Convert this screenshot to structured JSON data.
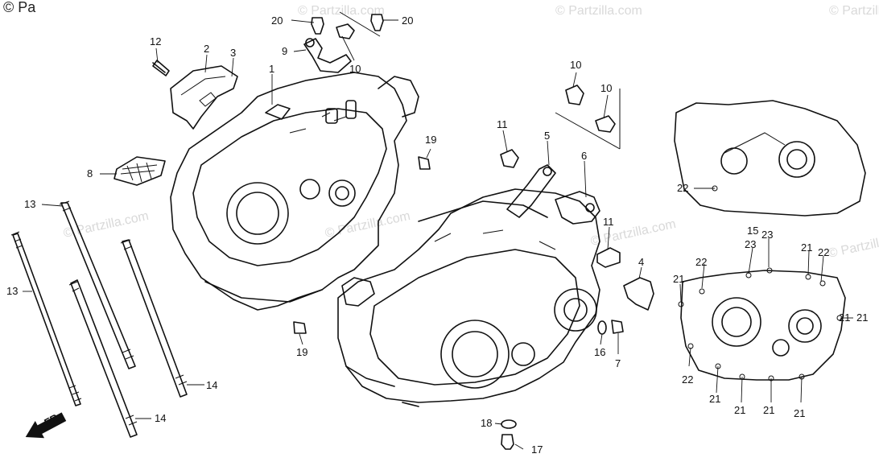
{
  "copyright": "© Pa",
  "watermarks": [
    "© Partzilla.com",
    "© Partzilla.com",
    "© Partzilla.com",
    "© Partzilla.com",
    "© Partzilla.com",
    "© Partzilla.com",
    "© Partzilla.com"
  ],
  "front_arrow_label": "FR.",
  "callouts": {
    "c1": "1",
    "c2": "2",
    "c3": "3",
    "c4": "4",
    "c5": "5",
    "c6": "6",
    "c7": "7",
    "c8": "8",
    "c9": "9",
    "c10a": "10",
    "c10b": "10",
    "c10c": "10",
    "c11a": "11",
    "c11b": "11",
    "c12": "12",
    "c13a": "13",
    "c13b": "13",
    "c14a": "14",
    "c14b": "14",
    "c15": "15",
    "c16": "16",
    "c17": "17",
    "c18": "18",
    "c19a": "19",
    "c19b": "19",
    "c20a": "20",
    "c20b": "20",
    "c21a": "21",
    "c21b": "21",
    "c21c": "21",
    "c21d": "21",
    "c21e": "21",
    "c21f": "21",
    "c21g": "21",
    "c21h": "21",
    "c22a": "22",
    "c22b": "22",
    "c22c": "22",
    "c22d": "22",
    "c23a": "23",
    "c23b": "23"
  },
  "colors": {
    "ink": "#111111",
    "watermark": "#d9d9d9",
    "background": "#ffffff"
  }
}
